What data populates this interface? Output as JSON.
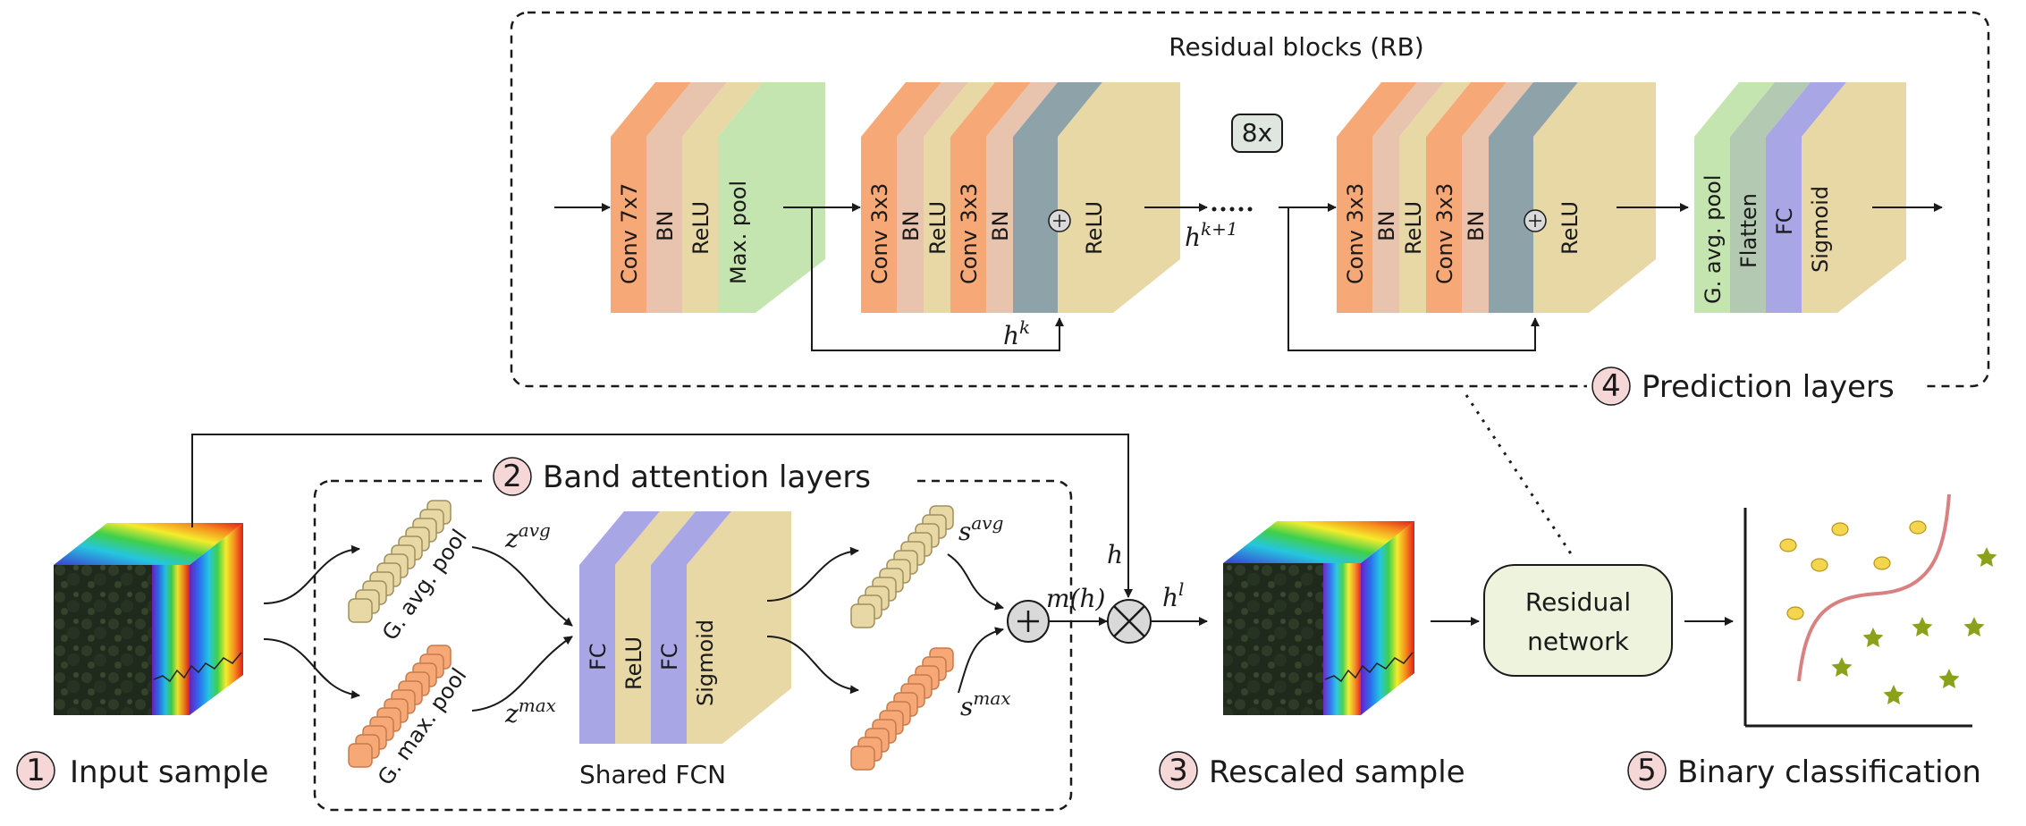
{
  "labels": {
    "residual_blocks": "Residual blocks (RB)",
    "repeat": "8x",
    "shared_fcn": "Shared FCN",
    "residual_network_line1": "Residual",
    "residual_network_line2": "network",
    "g_avg_pool": "G. avg. pool",
    "g_max_pool": "G. max. pool"
  },
  "steps": [
    {
      "num": "1",
      "label": "Input sample"
    },
    {
      "num": "2",
      "label": "Band attention layers"
    },
    {
      "num": "3",
      "label": "Rescaled sample"
    },
    {
      "num": "4",
      "label": "Prediction layers"
    },
    {
      "num": "5",
      "label": "Binary classification"
    }
  ],
  "blocks": {
    "stem": [
      "Conv 7x7",
      "BN",
      "ReLU",
      "Max. pool"
    ],
    "rb1": [
      "Conv 3x3",
      "BN",
      "ReLU",
      "Conv 3x3",
      "BN",
      "ReLU"
    ],
    "rb2": [
      "Conv 3x3",
      "BN",
      "ReLU",
      "Conv 3x3",
      "BN",
      "ReLU"
    ],
    "head": [
      "G. avg. pool",
      "Flatten",
      "FC",
      "Sigmoid"
    ],
    "fcn": [
      "FC",
      "ReLU",
      "FC",
      "Sigmoid"
    ]
  },
  "math": {
    "hk_base": "h",
    "hk_sup": "k",
    "hk1_base": "h",
    "hk1_sup": "k+1",
    "z_avg_base": "z",
    "z_avg_sup": "avg",
    "z_max_base": "z",
    "z_max_sup": "max",
    "s_avg_base": "s",
    "s_avg_sup": "avg",
    "s_max_base": "s",
    "s_max_sup": "max",
    "m_h": "m(h)",
    "h": "h",
    "hl_base": "h",
    "hl_sup": "l"
  },
  "colors": {
    "conv": "#f7a877",
    "bn": "#e8c3ad",
    "relu": "#e8d8a6",
    "pool": "#c4e5b0",
    "residual": "#8ea2aa",
    "fc": "#a9a6e6",
    "flatten": "#b4c9b2",
    "yellow_point": "#f6d54e",
    "star": "#8aa21a",
    "curve": "#d98080"
  }
}
